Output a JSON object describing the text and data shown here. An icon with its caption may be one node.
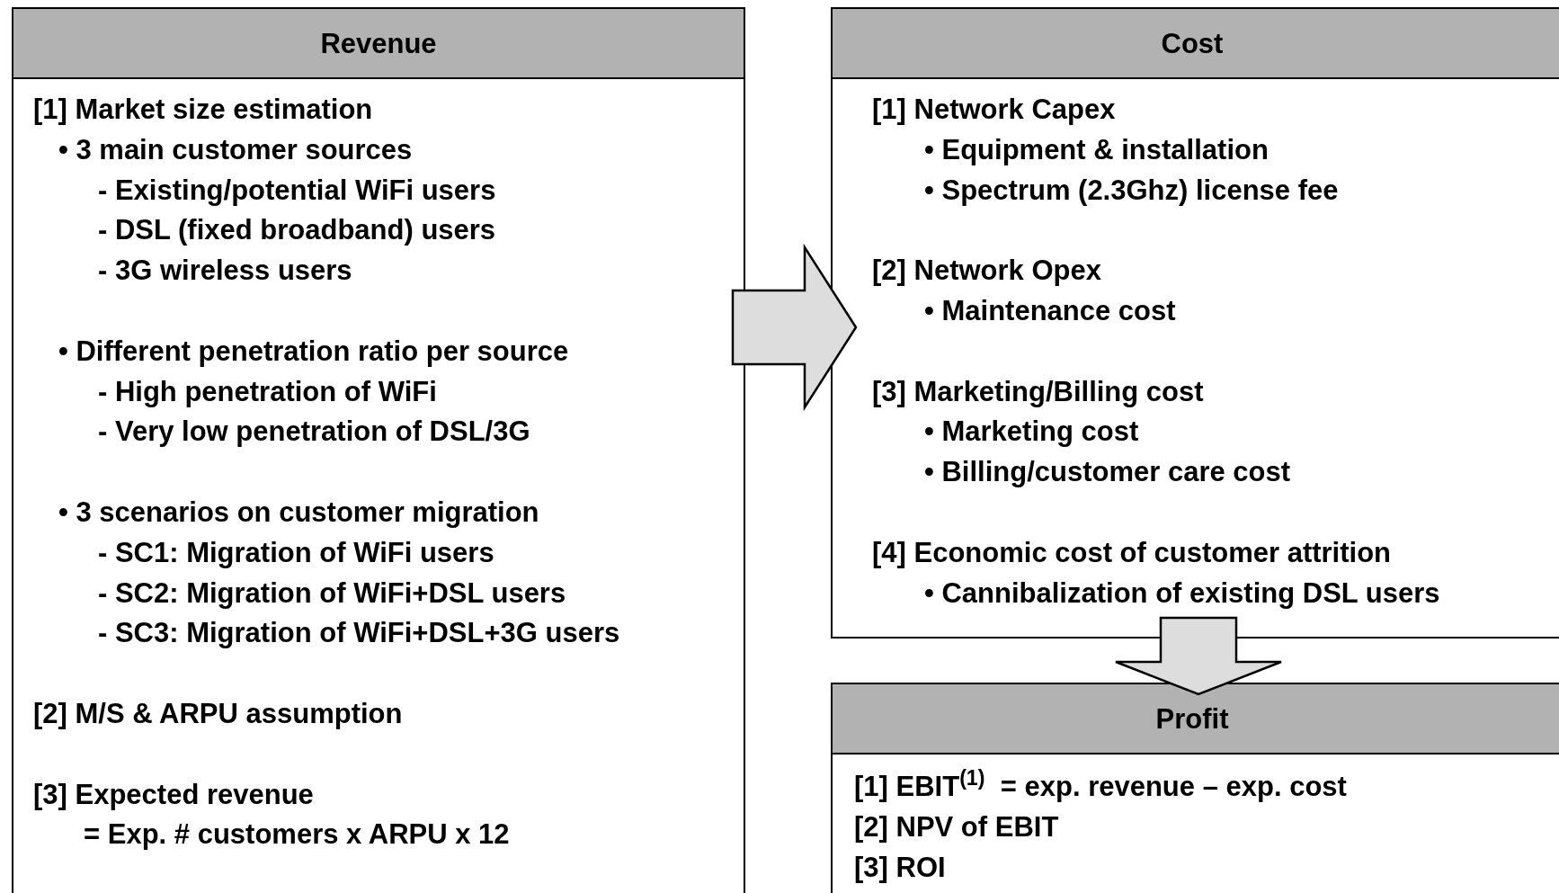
{
  "diagram": {
    "nodes": [
      {
        "text": [
          "Revenue",
          "[1] Market size estimation",
          "• 3 main customer sources",
          "- Existing/potential WiFi users",
          "- DSL (fixed broadband) users",
          "- 3G wireless users",
          "• Different penetration ratio per source",
          "- High penetration of WiFi",
          "- Very low penetration of DSL/3G",
          "• 3 scenarios on customer migration",
          "- SC1: Migration of WiFi users",
          "- SC2: Migration of WiFi+DSL users",
          "- SC3: Migration of WiFi+DSL+3G users",
          "[2] M/S & ARPU assumption",
          "[3] Expected revenue",
          "= Exp. # customers x ARPU x 12"
        ]
      },
      {
        "text": [
          "Cost",
          "[1] Network Capex",
          "• Equipment & installation",
          "• Spectrum (2.3Ghz) license fee",
          "[2] Network Opex",
          "• Maintenance cost",
          "[3] Marketing/Billing cost",
          "• Marketing cost",
          "• Billing/customer care cost",
          "[4] Economic cost of customer attrition",
          "• Cannibalization of existing DSL users"
        ]
      },
      {
        "text": [
          "Profit",
          "[1] EBIT$^{(1)}$  = exp. revenue – exp. cost",
          "[2] NPV of EBIT",
          "[3] ROI"
        ]
      }
    ],
    "edges": [
      {
        "from": 0,
        "to": 1,
        "arrow": "to"
      },
      {
        "from": 1,
        "to": 2,
        "arrow": "to"
      }
    ]
  }
}
